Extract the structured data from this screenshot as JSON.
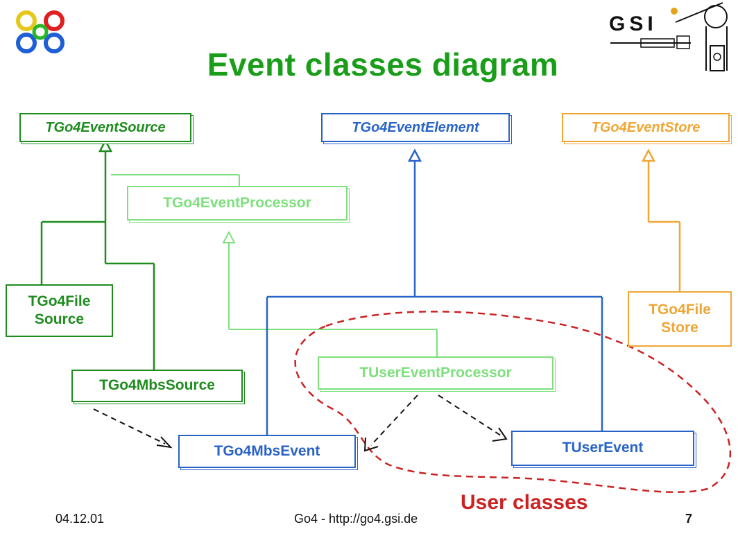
{
  "slide": {
    "title": "Event classes diagram",
    "user_label": "User classes",
    "footer": {
      "date": "04.12.01",
      "site": "Go4 - http://go4.gsi.de",
      "page": "7"
    },
    "logos": {
      "go4": "Go4",
      "gsi": "GSI"
    }
  },
  "classes": {
    "event_source": "TGo4EventSource",
    "event_element": "TGo4EventElement",
    "event_store": "TGo4EventStore",
    "event_processor": "TGo4EventProcessor",
    "file_source": "TGo4File Source",
    "file_store": "TGo4File Store",
    "mbs_source": "TGo4MbsSource",
    "user_event_processor": "TUserEventProcessor",
    "mbs_event": "TGo4MbsEvent",
    "user_event": "TUserEvent"
  },
  "colors": {
    "dark_green": "#1e8c1e",
    "light_green": "#7de07d",
    "blue": "#2a63c8",
    "orange": "#efa634",
    "user_region": "#cc2222",
    "title": "#1a9e1a"
  }
}
